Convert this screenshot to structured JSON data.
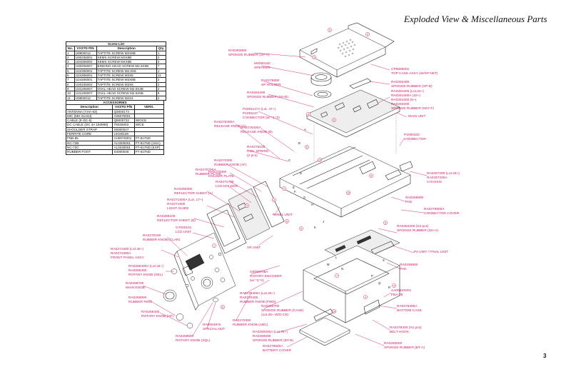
{
  "header": {
    "title": "Exploded View & Miscellaneous Parts",
    "page_number": "3"
  },
  "screw_list": {
    "caption": "Screw List",
    "columns": [
      "No.",
      "VXSTD P/N",
      "Description",
      "Qty."
    ],
    "rows": [
      [
        "1",
        "U9900012",
        "TAPTITE SCREW M2X8B",
        "1"
      ],
      [
        "2",
        "U00206001",
        "SEMS SCREW M3X8B",
        "2"
      ],
      [
        "3",
        "U04306002",
        "SEMS SCREW M4X6B",
        "2"
      ],
      [
        "4",
        "U30206007",
        "BINDING HEAD SCREW M2.6X5B",
        "7"
      ],
      [
        "5",
        "U22306001",
        "TAPTITE SCREW M2.6X8",
        "1"
      ],
      [
        "6",
        "U24306001",
        "TAPTITE SCREW M3X8",
        "11"
      ],
      [
        "7",
        "U24306001",
        "TAPTITE SCREW M3X8B",
        "2"
      ],
      [
        "8",
        "U20106002",
        "TAPTITE SCREW M3X6",
        "2"
      ],
      [
        "9",
        "U31206007",
        "OVAL HEAD SCREW M2.6X4B",
        "2"
      ],
      [
        "10",
        "U31206007",
        "OVAL HEAD SCREW M2.6X5B",
        "8"
      ],
      [
        "11",
        "U9900012",
        "TAPTITE SCREW M2X4",
        "2"
      ]
    ]
  },
  "accessories": {
    "caption": "ACCESSORIES",
    "columns": [
      "Description",
      "VXSTD P/N",
      "VERS."
    ],
    "rows": [
      [
        "ANTENNA (YHA-63)",
        "Q3000174",
        ""
      ],
      [
        "MIC (MH-31A8J)",
        "A06070001",
        ""
      ],
      [
        "CABLE (E-DC-6)",
        "Q9000722",
        "W/OCE"
      ],
      [
        "DC CABLE (DC 3A 150MM)",
        "T9025003",
        "W/CE"
      ],
      [
        "SHOULDER STRAP",
        "S5000047",
        ""
      ],
      [
        "FERRITE CORE",
        "L9190128",
        ""
      ],
      [
        "FNB-85",
        "AH00Y6001",
        "FT-817ND"
      ],
      [
        "NC-72B",
        "A13300001",
        "FT-817ND (USA)"
      ],
      [
        "NC-72C",
        "A13340001",
        "FT-817ND (EXP)"
      ],
      [
        "RUBBER FOOT",
        "S4000046",
        "FT-817ND"
      ]
    ]
  },
  "labels": {
    "l01": "RA0283800",
    "l01b": "SPONGE RUBBER (SP-A)",
    "l02": "M4090150",
    "l02b": "SPEAKER",
    "l03": "RA0278800",
    "l03b": "SP HOLDER",
    "l04": "RA0284300",
    "l04b": "SPONGE RUBBER (SH-B)",
    "l05": "P1091117A (Lot. 47~)",
    "l05b": "P1091117",
    "l05c": "CONNECTOR (w/ *1,*2)",
    "l06": "RA0275400A",
    "l06b": "RELEASE KNOB (B)",
    "l07": "RA0278300A",
    "l07b": "RELEASE KNOB (A)",
    "l08": "RA0276100",
    "l08b": "COIL SPRING",
    "l08c": "(2 pcs)",
    "l09": "RA0270300",
    "l09b": "RUBBER KNOB (AF)",
    "l10": "RA0270700A",
    "l10b": "RUBBER PLATE",
    "l11": "RA0270300",
    "l11b": "HOLDER PLATE",
    "l12": "RA0271700",
    "l12b": "LCD HOLDER",
    "l13": "RA0266300",
    "l13b": "REFLECTOR SHEET (A)",
    "l14": "RA0271600A (Lot. 17~)",
    "l14b": "RA0271600",
    "l14c": "LIGHT GUIDE",
    "l15": "RA0268100",
    "l15b": "REFLECTOR SHEET (B)",
    "l16": "G7000181",
    "l16b": "LCD UNIT",
    "l17": "RA0270100",
    "l17b": "RUBBER KNOB (CLAR)",
    "l18": "RA0271500 (Lot.46~)",
    "l18b": "RA0271500A",
    "l18c": "FRONT PANEL ASSY",
    "l19": "RA0268400A (Lot.34~)",
    "l19b": "RA0268400",
    "l19c": "ROTARY KNOB (SEL)",
    "l20": "RA0269700",
    "l20b": "MAIN KNOB",
    "l21": "RA0269800",
    "l21b": "RUBBER RING",
    "l22": "RA0268400",
    "l22b": "ROTARY KNOB (AF)",
    "l23": "RA0268500",
    "l23b": "ROTARY KNOB (SQL)",
    "l24": "RA0054970",
    "l24b": "SPECIAL NUT",
    "l25": "RA0270300",
    "l25b": "RUBBER KNOB (ABC)",
    "l26": "RA0270400A (Lot.26~)",
    "l26b": "RA0270400",
    "l26c": "RUBBER KNOB (FWD)",
    "l27": "G6090708A",
    "l27b": "ROTARY ENCODER",
    "l27c": "(w/ *3,*4)",
    "l28": "RA0293700",
    "l28b": "SPONGE RUBBER (CASE)",
    "l28c": "(Lot.25~ W/O CE)",
    "l29": "RA0280000A (Lot.78~)",
    "l29b": "RA0280000",
    "l29c": "SPONGE RUBBER (BT-B)",
    "l30": "RA0279500A",
    "l30b": "BATTERY COVER",
    "l31": "PANEL UNIT",
    "l32": "VR UNIT",
    "r01": "CP8686001",
    "r01b": "TOP CASE ASSY (W/SP NET)",
    "r02": "RA0283400",
    "r02b": "SPONGE RUBBER (SP-B)",
    "r03": "RA0281600 (Lot.22~)",
    "r03b": "RA0281600A (10~)",
    "r03c": "RA0281600 (5~)",
    "r03d": "RA0283200",
    "r03e": "SPONGE RUBBER (KEY-F)",
    "r04": "MAIN UNIT",
    "r05": "P1090332",
    "r05b": "CONNECTOR",
    "r06": "RA0267200 (Lot.26~)",
    "r06b": "RA0267200A",
    "r06c": "CHASSIS",
    "r07": "RA0259800",
    "r07b": "PAD",
    "r08": "RA0278800A",
    "r08b": "CONNECTOR COVER",
    "r09": "RA0284200 (X2 pcs)",
    "r09b": "SPONGE RUBBER (SH-A)",
    "r10": "PA UNIT / FINAL UNIT",
    "r11": "RA0259800",
    "r11b": "PAD",
    "r12": "AA0033X001",
    "r12b": "FBA-28",
    "r13": "RA0279300A",
    "r13b": "BOTTOM CASE",
    "r14": "RA0279400 (X2 pcs)",
    "r14b": "BELT HOOK",
    "r15": "RA0280000",
    "r15b": "SPONGE RUBBER (BT-A)"
  }
}
